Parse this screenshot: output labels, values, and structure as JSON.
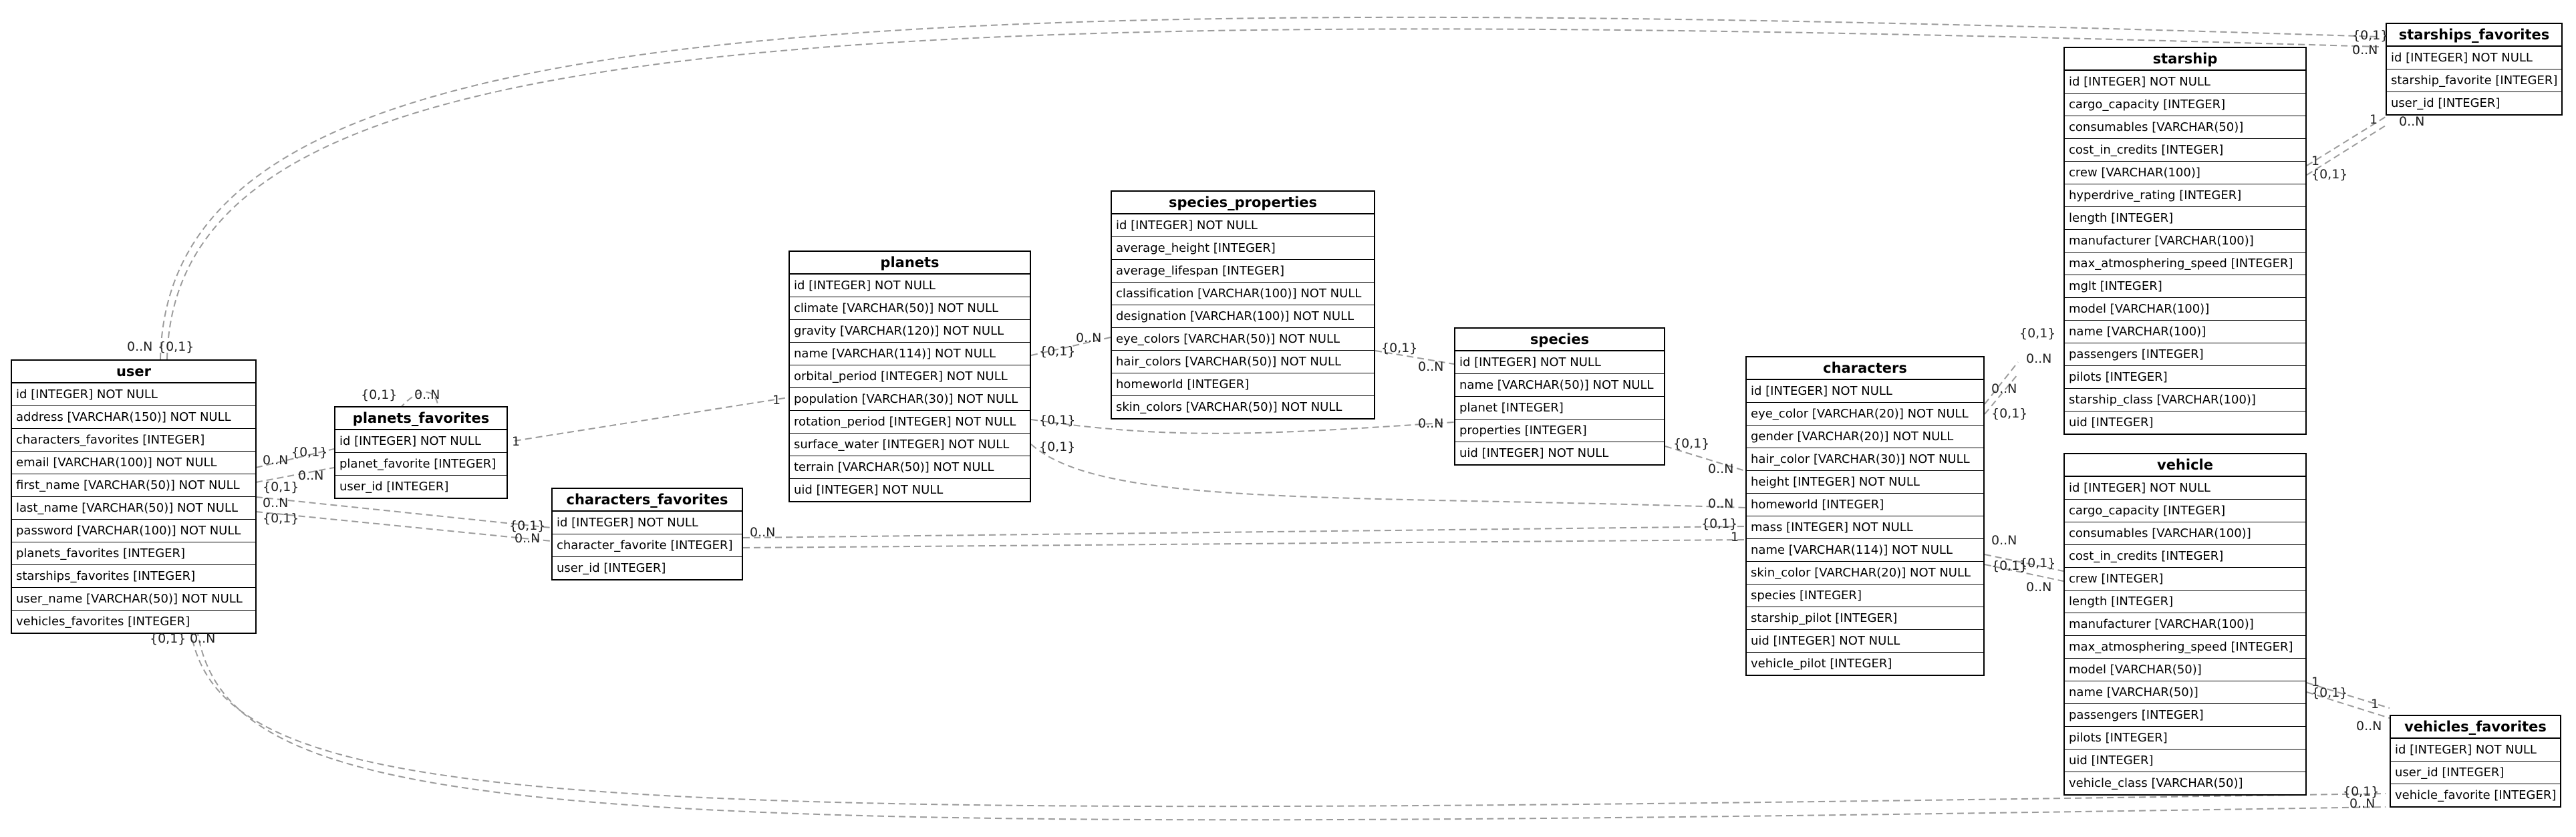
{
  "tables": {
    "user": {
      "name": "user",
      "fields": [
        "id [INTEGER] NOT NULL",
        "address [VARCHAR(150)] NOT NULL",
        "characters_favorites [INTEGER]",
        "email [VARCHAR(100)] NOT NULL",
        "first_name [VARCHAR(50)] NOT NULL",
        "last_name [VARCHAR(50)] NOT NULL",
        "password [VARCHAR(100)] NOT NULL",
        "planets_favorites [INTEGER]",
        "starships_favorites [INTEGER]",
        "user_name [VARCHAR(50)] NOT NULL",
        "vehicles_favorites [INTEGER]"
      ]
    },
    "planets_favorites": {
      "name": "planets_favorites",
      "fields": [
        "id [INTEGER] NOT NULL",
        "planet_favorite [INTEGER]",
        "user_id [INTEGER]"
      ]
    },
    "characters_favorites": {
      "name": "characters_favorites",
      "fields": [
        "id [INTEGER] NOT NULL",
        "character_favorite [INTEGER]",
        "user_id [INTEGER]"
      ]
    },
    "planets": {
      "name": "planets",
      "fields": [
        "id [INTEGER] NOT NULL",
        "climate [VARCHAR(50)] NOT NULL",
        "gravity [VARCHAR(120)] NOT NULL",
        "name [VARCHAR(114)] NOT NULL",
        "orbital_period [INTEGER] NOT NULL",
        "population [VARCHAR(30)] NOT NULL",
        "rotation_period [INTEGER] NOT NULL",
        "surface_water [INTEGER] NOT NULL",
        "terrain [VARCHAR(50)] NOT NULL",
        "uid [INTEGER] NOT NULL"
      ]
    },
    "species_properties": {
      "name": "species_properties",
      "fields": [
        "id [INTEGER] NOT NULL",
        "average_height [INTEGER]",
        "average_lifespan [INTEGER]",
        "classification [VARCHAR(100)] NOT NULL",
        "designation [VARCHAR(100)] NOT NULL",
        "eye_colors [VARCHAR(50)] NOT NULL",
        "hair_colors [VARCHAR(50)] NOT NULL",
        "homeworld [INTEGER]",
        "skin_colors [VARCHAR(50)] NOT NULL"
      ]
    },
    "species": {
      "name": "species",
      "fields": [
        "id [INTEGER] NOT NULL",
        "name [VARCHAR(50)] NOT NULL",
        "planet [INTEGER]",
        "properties [INTEGER]",
        "uid [INTEGER] NOT NULL"
      ]
    },
    "characters": {
      "name": "characters",
      "fields": [
        "id [INTEGER] NOT NULL",
        "eye_color [VARCHAR(20)] NOT NULL",
        "gender [VARCHAR(20)] NOT NULL",
        "hair_color [VARCHAR(30)] NOT NULL",
        "height [INTEGER] NOT NULL",
        "homeworld [INTEGER]",
        "mass [INTEGER] NOT NULL",
        "name [VARCHAR(114)] NOT NULL",
        "skin_color [VARCHAR(20)] NOT NULL",
        "species [INTEGER]",
        "starship_pilot [INTEGER]",
        "uid [INTEGER] NOT NULL",
        "vehicle_pilot [INTEGER]"
      ]
    },
    "starship": {
      "name": "starship",
      "fields": [
        "id [INTEGER] NOT NULL",
        "cargo_capacity [INTEGER]",
        "consumables [VARCHAR(50)]",
        "cost_in_credits [INTEGER]",
        "crew [VARCHAR(100)]",
        "hyperdrive_rating [INTEGER]",
        "length [INTEGER]",
        "manufacturer [VARCHAR(100)]",
        "max_atmosphering_speed [INTEGER]",
        "mglt [INTEGER]",
        "model [VARCHAR(100)]",
        "name [VARCHAR(100)]",
        "passengers [INTEGER]",
        "pilots [INTEGER]",
        "starship_class [VARCHAR(100)]",
        "uid [INTEGER]"
      ]
    },
    "starships_favorites": {
      "name": "starships_favorites",
      "fields": [
        "id [INTEGER] NOT NULL",
        "starship_favorite [INTEGER]",
        "user_id [INTEGER]"
      ]
    },
    "vehicle": {
      "name": "vehicle",
      "fields": [
        "id [INTEGER] NOT NULL",
        "cargo_capacity [INTEGER]",
        "consumables [VARCHAR(100)]",
        "cost_in_credits [INTEGER]",
        "crew [INTEGER]",
        "length [INTEGER]",
        "manufacturer [VARCHAR(100)]",
        "max_atmosphering_speed [INTEGER]",
        "model [VARCHAR(50)]",
        "name [VARCHAR(50)]",
        "passengers [INTEGER]",
        "pilots [INTEGER]",
        "uid [INTEGER]",
        "vehicle_class [VARCHAR(50)]"
      ]
    },
    "vehicles_favorites": {
      "name": "vehicles_favorites",
      "fields": [
        "id [INTEGER] NOT NULL",
        "user_id [INTEGER]",
        "vehicle_favorite [INTEGER]"
      ]
    }
  },
  "cardinality_labels": [
    "0..N",
    "{0,1}",
    "{0,1}",
    "0..N",
    "{0,1}",
    "0..N",
    "0..N",
    "{0,1}",
    "{0,1}",
    "0..N",
    "{0,1}",
    "0..N",
    "1",
    "{0,1}",
    "0..N",
    "1",
    "0..N",
    "{0,1}",
    "0..N",
    "{0,1}",
    "0..N",
    "{0,1}",
    "0..N",
    "{0,1}",
    "0..N",
    "{0,1}",
    "0..N",
    "{0,1}",
    "1",
    "{0,1}",
    "0..N",
    "1",
    "{0,1}",
    "0..N",
    "{0,1}",
    "0..N",
    "{0,1}",
    "0..N",
    "{0,1}",
    "1",
    "{0,1}",
    "1",
    "0..N",
    "{0,1}",
    "0..N"
  ]
}
